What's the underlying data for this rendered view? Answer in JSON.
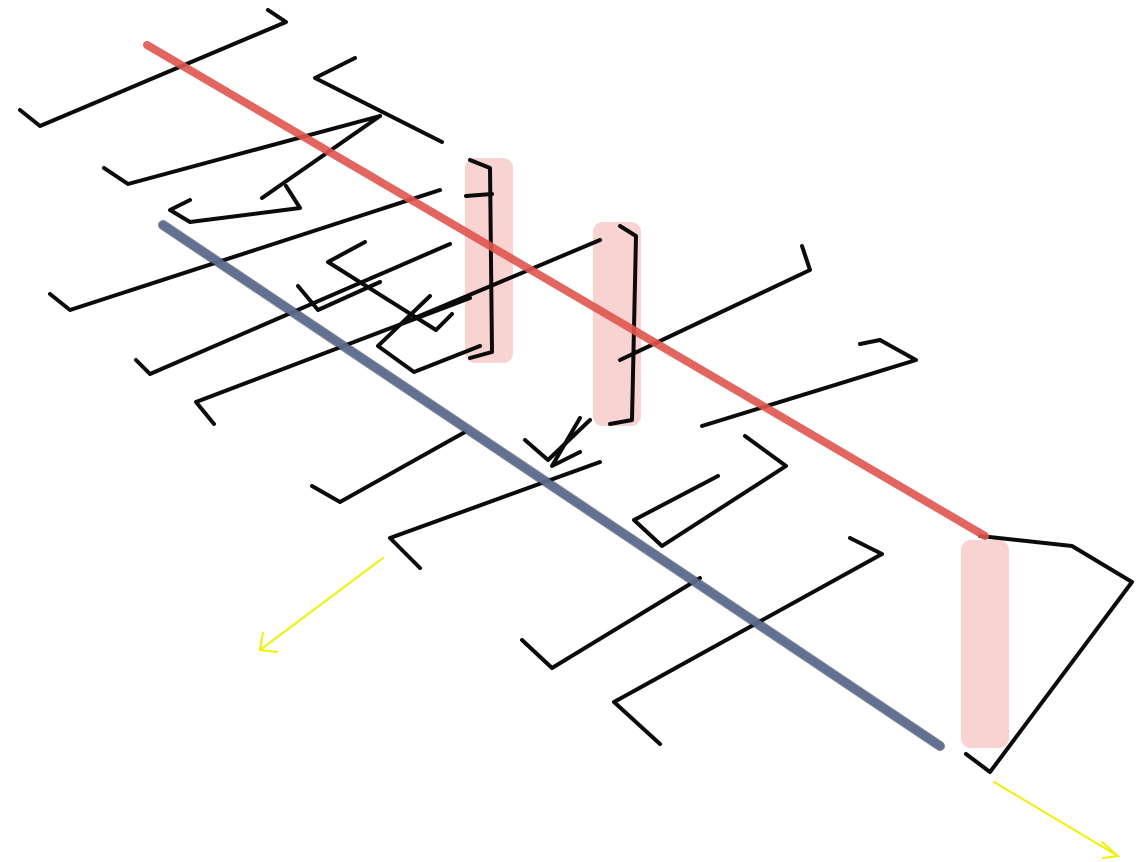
{
  "colors": {
    "background": "#ffffff",
    "branch": "#0b0b0b",
    "trunk_red": "#e0554f",
    "trunk_blue": "#5f6f92",
    "riser": "#f08a8a",
    "direction_arrow": "#f0f000"
  },
  "elements": {
    "branch_network": "black-l-shaped-branches",
    "red_trunk": "red-main-line",
    "blue_trunk": "blue-main-line",
    "risers": [
      "riser-1",
      "riser-2",
      "riser-3"
    ],
    "arrows": [
      "direction-arrow-left",
      "direction-arrow-right"
    ]
  }
}
